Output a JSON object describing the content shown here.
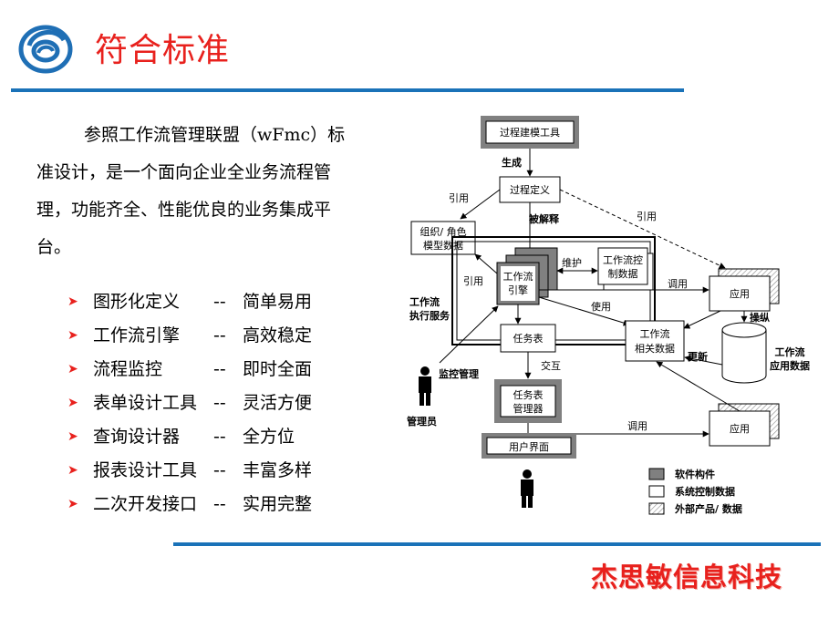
{
  "slide": {
    "title": "符合标准",
    "intro": "参照工作流管理联盟（wFmc）标准设计，是一个面向企业全业务流程管理，功能齐全、性能优良的业务集成平台。",
    "features": [
      {
        "name": "图形化定义",
        "sep": "--",
        "desc": "简单易用"
      },
      {
        "name": "工作流引擎",
        "sep": "--",
        "desc": "高效稳定"
      },
      {
        "name": "流程监控",
        "sep": "--",
        "desc": "即时全面"
      },
      {
        "name": "表单设计工具",
        "sep": "--",
        "desc": "灵活方便"
      },
      {
        "name": "查询设计器",
        "sep": "--",
        "desc": "全方位"
      },
      {
        "name": "报表设计工具",
        "sep": "--",
        "desc": "丰富多样"
      },
      {
        "name": "二次开发接口",
        "sep": "--",
        "desc": "实用完整"
      }
    ],
    "brand": "杰思敏信息科技"
  },
  "colors": {
    "accent_red": "#e8211d",
    "rule_blue": "#1a72b8",
    "logo_blue": "#1f6fb5",
    "component_gray": "#808080"
  },
  "diagram": {
    "process_tool": "过程建模工具",
    "generate": "生成",
    "process_def": "过程定义",
    "ref_top": "引用",
    "ref_right": "引用",
    "interpreted": "被解释",
    "org_model_l1": "组织/ 角色",
    "org_model_l2": "模型数据",
    "maintain": "维护",
    "wf_ctrl_l1": "工作流控",
    "wf_ctrl_l2": "制数据",
    "ref_left": "引用",
    "engine_l1": "工作流",
    "engine_l2": "引擎",
    "invoke_1": "调用",
    "app_1": "应用",
    "use": "使用",
    "exec_service_l1": "工作流",
    "exec_service_l2": "执行服务",
    "operate": "操纵",
    "task_list": "任务表",
    "wf_data_l1": "工作流",
    "wf_data_l2": "相关数据",
    "update": "更新",
    "app_data_l1": "工作流",
    "app_data_l2": "应用数据",
    "interact": "交互",
    "monitor": "监控管理",
    "admin": "管理员",
    "task_mgr_l1": "任务表",
    "task_mgr_l2": "管理器",
    "invoke_2": "调用",
    "app_2": "应用",
    "ui": "用户界面",
    "legend": [
      {
        "label": "软件构件",
        "style": "gray"
      },
      {
        "label": "系统控制数据",
        "style": "white"
      },
      {
        "label": "外部产品/ 数据",
        "style": "hatched"
      }
    ]
  }
}
